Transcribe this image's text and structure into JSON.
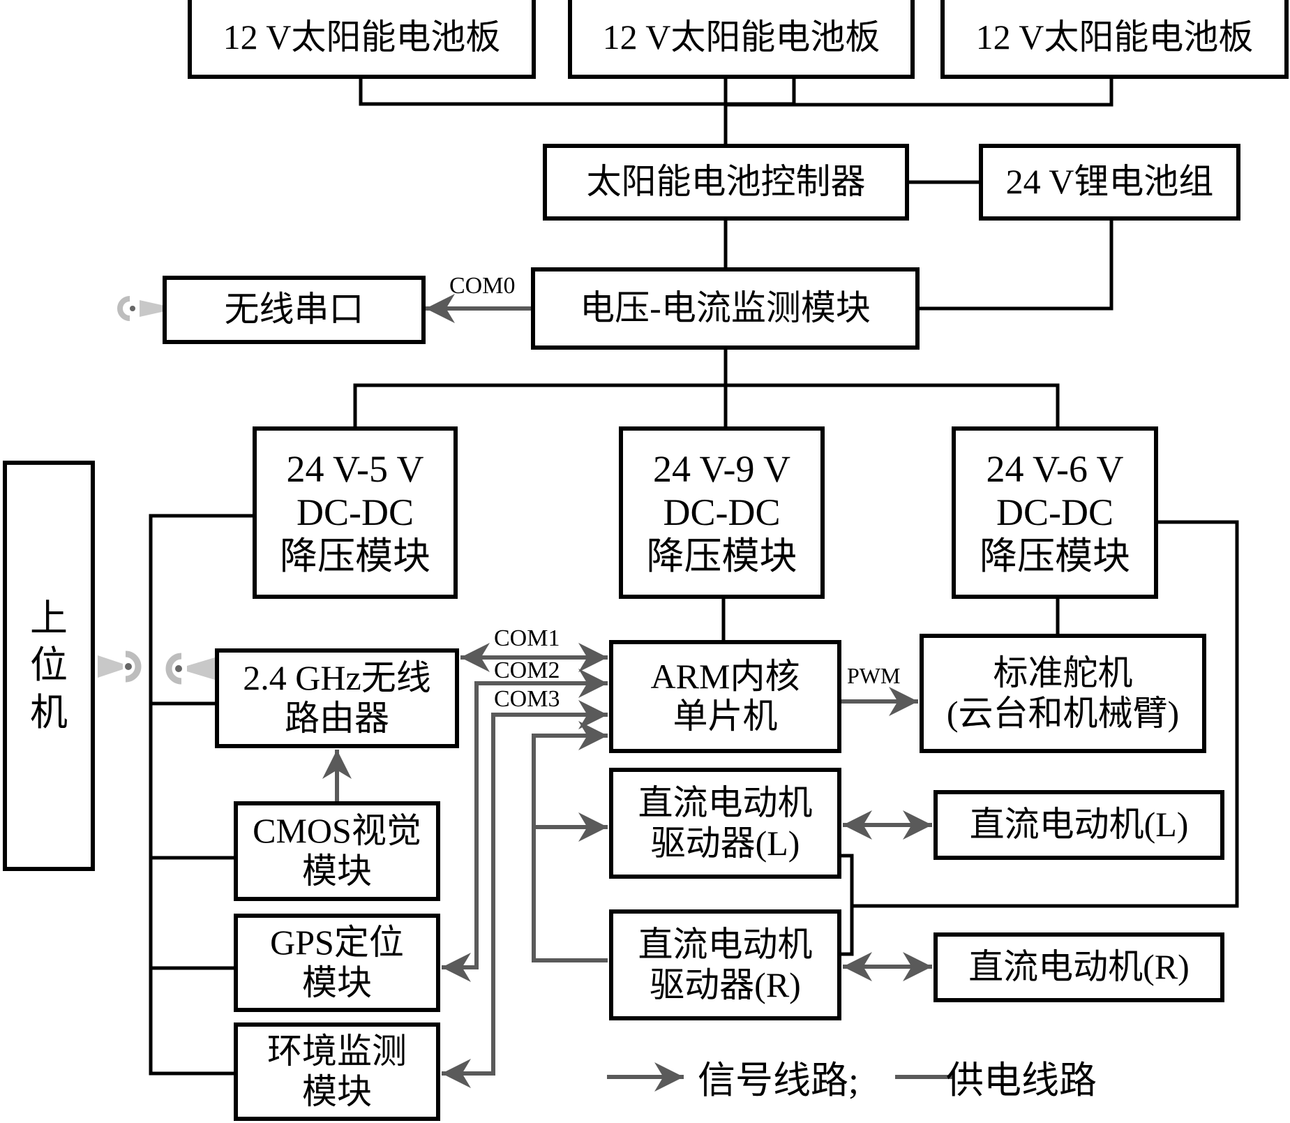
{
  "diagram": {
    "solar_panels": [
      "12 V太阳能电池板",
      "12 V太阳能电池板",
      "12 V太阳能电池板"
    ],
    "solar_controller": "太阳能电池控制器",
    "battery": "24 V锂电池组",
    "vi_monitor": "电压-电流监测模块",
    "wireless_serial": "无线串口",
    "com0": "COM0",
    "dcdc_5v": [
      "24 V-5 V",
      "DC-DC",
      "降压模块"
    ],
    "dcdc_9v": [
      "24 V-9 V",
      "DC-DC",
      "降压模块"
    ],
    "dcdc_6v": [
      "24 V-6 V",
      "DC-DC",
      "降压模块"
    ],
    "host_pc": [
      "上",
      "位",
      "机"
    ],
    "router": [
      "2.4 GHz无线",
      "路由器"
    ],
    "arm_mcu": [
      "ARM内核",
      "单片机"
    ],
    "servo": [
      "标准舵机",
      "(云台和机械臂)"
    ],
    "pwm": "PWM",
    "com1": "COM1",
    "com2": "COM2",
    "com3": "COM3",
    "driver_l": [
      "直流电动机",
      "驱动器(L)"
    ],
    "driver_r": [
      "直流电动机",
      "驱动器(R)"
    ],
    "motor_l": "直流电动机(L)",
    "motor_r": "直流电动机(R)",
    "cmos": [
      "CMOS视觉",
      "模块"
    ],
    "gps": [
      "GPS定位",
      "模块"
    ],
    "env": [
      "环境监测",
      "模块"
    ]
  },
  "legend": {
    "signal_line": "信号线路;",
    "power_line": "供电线路"
  },
  "colors": {
    "power_line": "#000000",
    "signal_line": "#5a5a5a",
    "antenna": "#c8c8c8"
  }
}
